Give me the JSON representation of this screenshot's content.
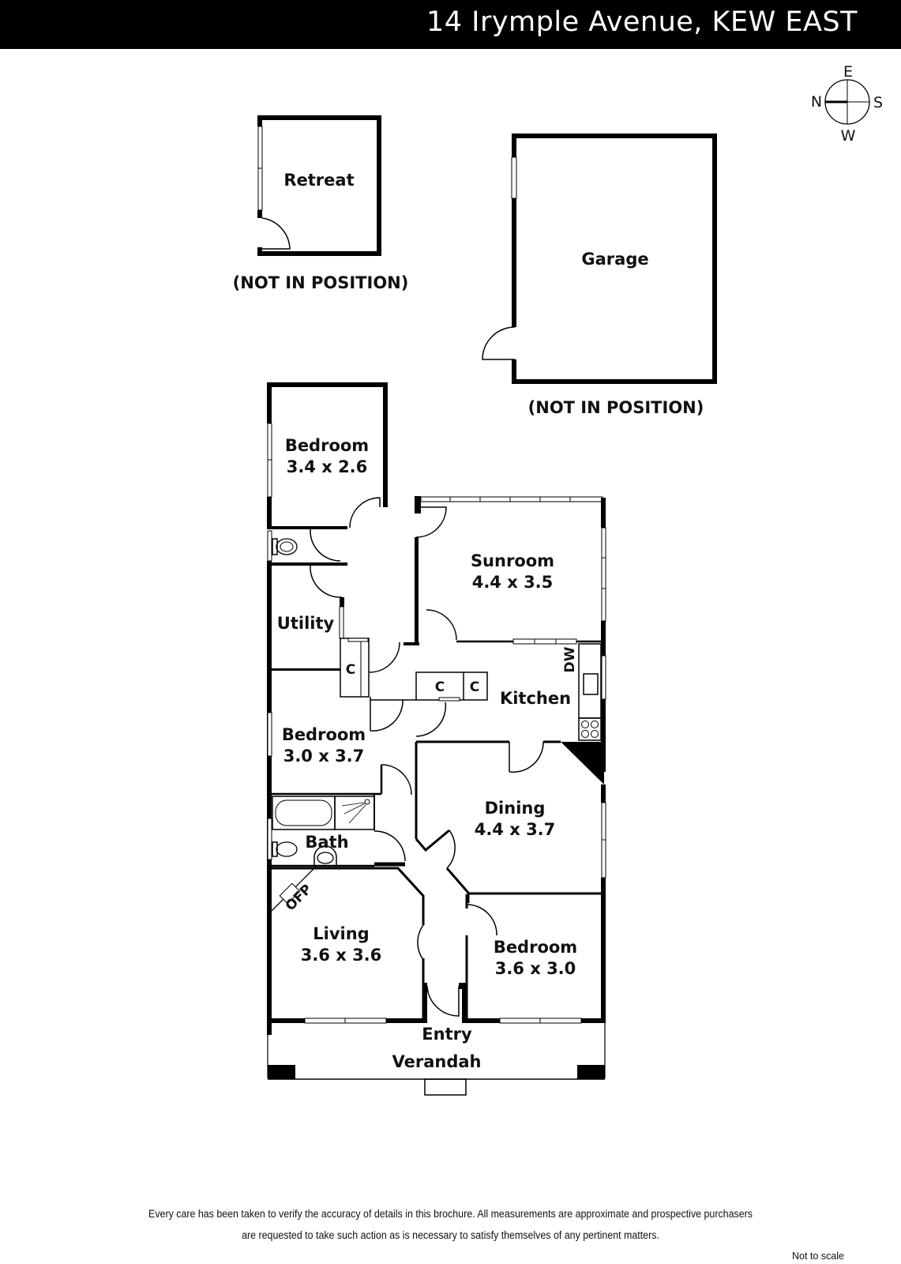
{
  "header": {
    "title": "14 Irymple Avenue, KEW EAST"
  },
  "compass": {
    "icon": "compass-icon",
    "north": "N",
    "south": "S",
    "east": "E",
    "west": "W"
  },
  "outbuildings": [
    {
      "name": "Retreat",
      "note": "(NOT IN POSITION)"
    },
    {
      "name": "Garage",
      "note": "(NOT IN POSITION)"
    }
  ],
  "rooms": {
    "bedroom1": {
      "name": "Bedroom",
      "size": "3.4 x 2.6"
    },
    "sunroom": {
      "name": "Sunroom",
      "size": "4.4 x 3.5"
    },
    "utility": {
      "name": "Utility"
    },
    "kitchen": {
      "name": "Kitchen"
    },
    "bedroom2": {
      "name": "Bedroom",
      "size": "3.0 x 3.7"
    },
    "dining": {
      "name": "Dining",
      "size": "4.4 x 3.7"
    },
    "bath": {
      "name": "Bath"
    },
    "living": {
      "name": "Living",
      "size": "3.6 x 3.6"
    },
    "bedroom3": {
      "name": "Bedroom",
      "size": "3.6 x 3.0"
    },
    "entry": {
      "name": "Entry"
    },
    "verandah": {
      "name": "Verandah"
    }
  },
  "fixtures": {
    "cupboard": "C",
    "dishwasher": "DW",
    "fireplace": "OFP"
  },
  "footer": {
    "disclaimer_line1": "Every care has been taken to verify the accuracy of details in this brochure.  All measurements are approximate and prospective purchasers",
    "disclaimer_line2": "are requested to take such action as is necessary to satisfy themselves of any pertinent matters.",
    "scale_note": "Not to scale"
  }
}
